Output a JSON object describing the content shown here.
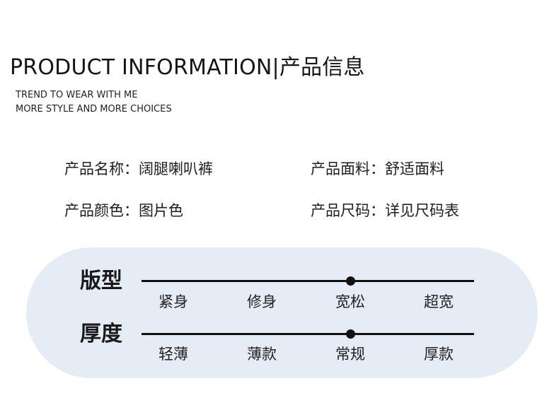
{
  "header": {
    "title": "PRODUCT INFORMATION|产品信息",
    "subtitle_line1": "TREND TO WEAR WITH ME",
    "subtitle_line2": "MORE STYLE AND MORE CHOICES"
  },
  "attributes": [
    {
      "text": "产品名称：阔腿喇叭裤"
    },
    {
      "text": "产品面料：舒适面料"
    },
    {
      "text": "产品颜色：图片色"
    },
    {
      "text": "产品尺码：详见尺码表"
    }
  ],
  "scales": [
    {
      "label": "版型",
      "options": [
        "紧身",
        "修身",
        "宽松",
        "超宽"
      ],
      "selected_index": 2
    },
    {
      "label": "厚度",
      "options": [
        "轻薄",
        "薄款",
        "常规",
        "厚款"
      ],
      "selected_index": 2
    }
  ],
  "colors": {
    "panel_background": "#e6ecf5",
    "text": "#1a1a1a",
    "track": "#111111"
  }
}
